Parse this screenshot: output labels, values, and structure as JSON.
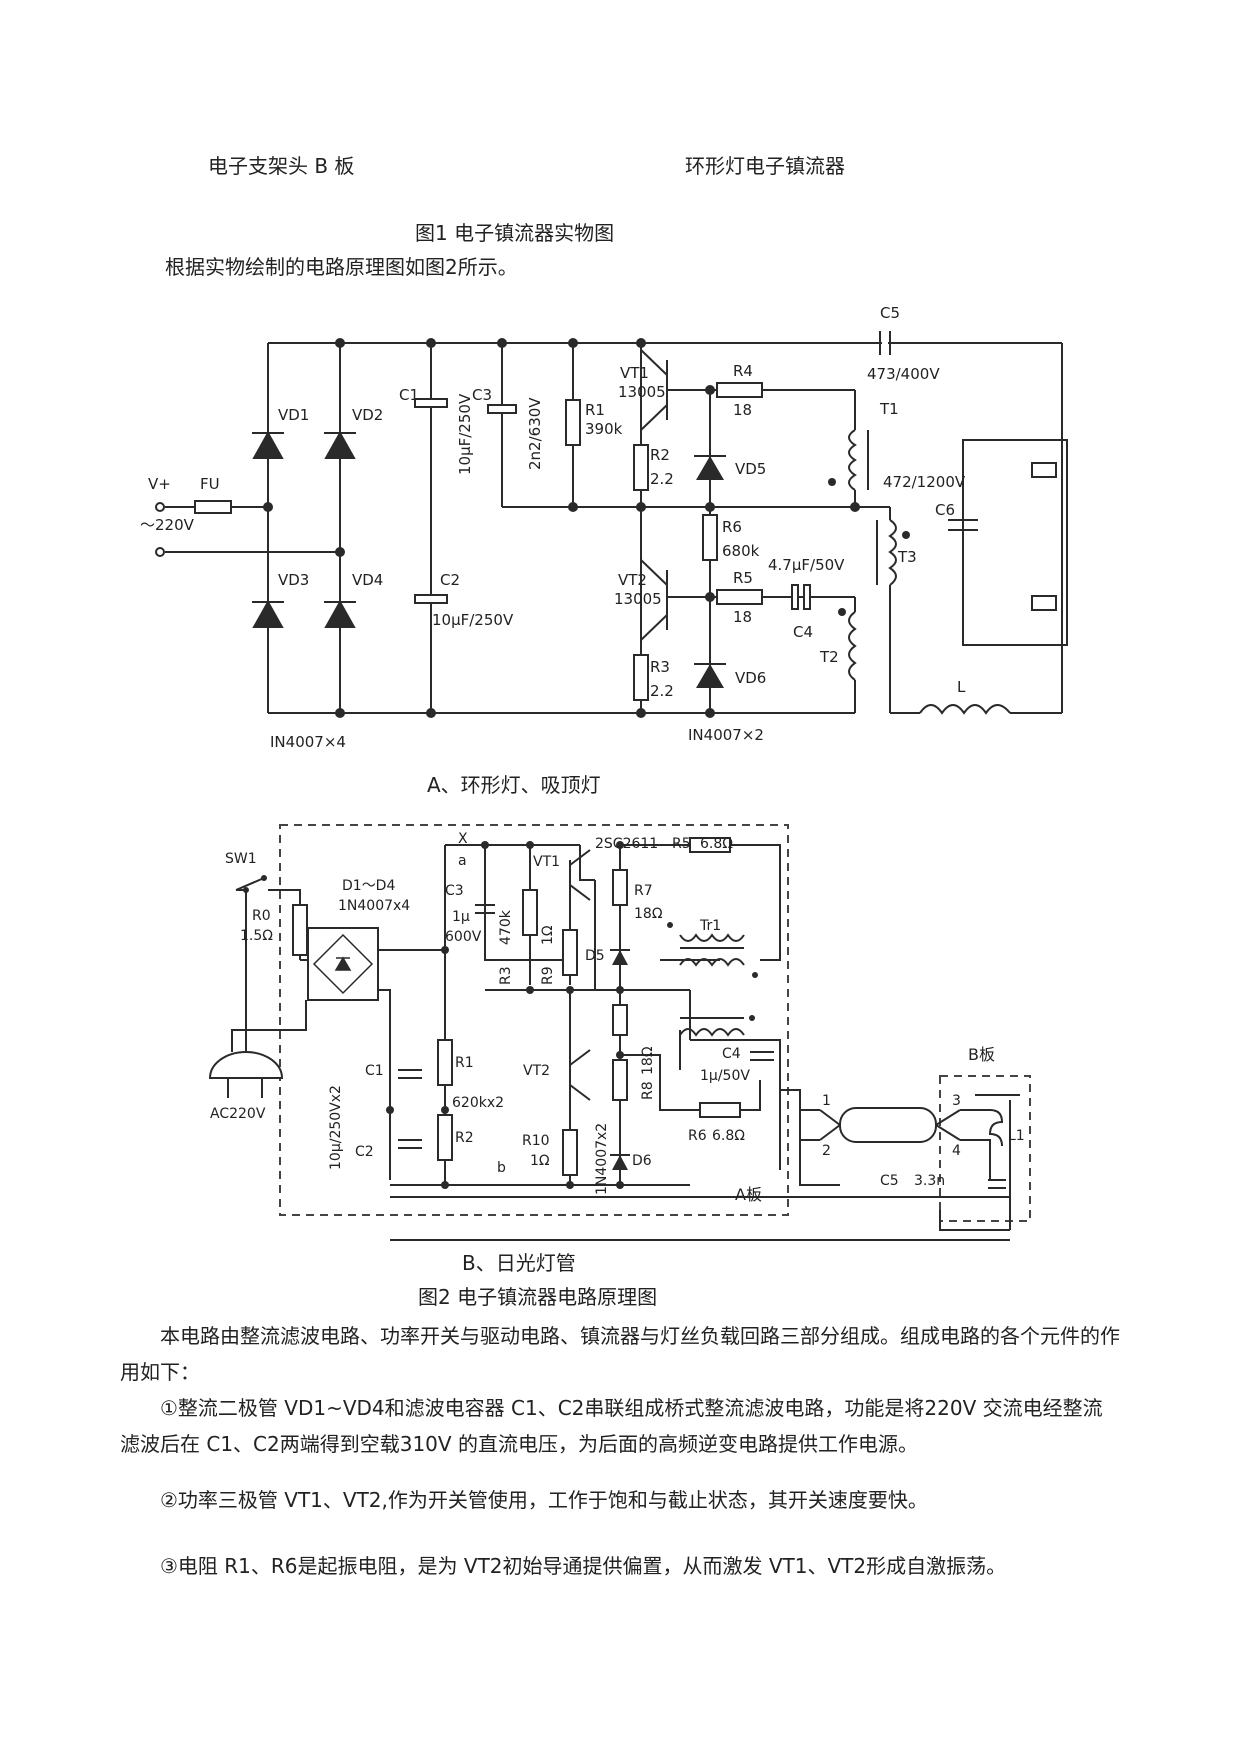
{
  "photo_captions": {
    "left": "电子支架头 B 板",
    "right": "环形灯电子镇流器"
  },
  "figure1_caption": "图1  电子镇流器实物图",
  "intro_line": "根据实物绘制的电路原理图如图2所示。",
  "schematic_a": {
    "caption": "A、环形灯、吸顶灯",
    "labels": {
      "v_plus": "V+",
      "fu": "FU",
      "ac": "～220V",
      "vd1": "VD1",
      "vd2": "VD2",
      "vd3": "VD3",
      "vd4": "VD4",
      "c1": "C1",
      "c1_value": "10μF/250V",
      "c3": "C3",
      "c3_value": "2n2/630V",
      "c2": "C2",
      "c2_value": "10μF/250V",
      "r1": "R1",
      "r1_value": "390k",
      "vt1": "VT1",
      "vt1_part": "13005",
      "vt2": "VT2",
      "vt2_part": "13005",
      "r2": "R2",
      "r2_value": "2.2",
      "r3": "R3",
      "r3_value": "2.2",
      "r4": "R4",
      "r4_value": "18",
      "r5": "R5",
      "r5_value": "18",
      "r6": "R6",
      "r6_value": "680k",
      "vd5": "VD5",
      "vd6": "VD6",
      "c4": "C4",
      "c4_value": "4.7μF/50V",
      "c5": "C5",
      "c5_value": "473/400V",
      "c6": "C6",
      "c6_value": "472/1200V",
      "t1": "T1",
      "t2": "T2",
      "t3": "T3",
      "l": "L",
      "bridge_note": "IN4007×4",
      "diode_note": "IN4007×2"
    }
  },
  "schematic_b": {
    "caption": "B、日光灯管",
    "labels": {
      "sw1": "SW1",
      "r0": "R0",
      "r0_value": "1.5Ω",
      "d1d4": "D1～D4",
      "d1d4_part": "1N4007x4",
      "ac": "AC220V",
      "x": "X",
      "a": "a",
      "b": "b",
      "c3": "C3",
      "c3_value1": "1μ",
      "c3_value2": "600V",
      "r3": "R3",
      "r3_value": "470k",
      "r9": "R9",
      "r9_value": "1Ω",
      "vt1": "VT1",
      "vt1_part": "2SC2611",
      "r5": "R5",
      "r5_value": "6.8Ω",
      "r7": "R7",
      "r7_value": "18Ω",
      "d5": "D5",
      "tr1": "Tr1",
      "c1": "C1",
      "c2": "C2",
      "c12_value": "10μ/250Vx2",
      "r1": "R1",
      "r2": "R2",
      "r12_value": "620kx2",
      "vt2": "VT2",
      "r10": "R10",
      "r10_value": "1Ω",
      "d6_part": "1N4007x2",
      "d6": "D6",
      "r8": "R8",
      "r8_value": "18Ω",
      "r6": "R6",
      "r6_value": "6.8Ω",
      "c4": "C4",
      "c4_value": "1μ/50V",
      "board_a": "A板",
      "board_b": "B板",
      "pin1": "1",
      "pin2": "2",
      "pin3": "3",
      "pin4": "4",
      "c5": "C5",
      "c5_value": "3.3n",
      "l1": "L1"
    }
  },
  "figure2_caption": "图2  电子镇流器电路原理图",
  "paragraphs": [
    "本电路由整流滤波电路、功率开关与驱动电路、镇流器与灯丝负载回路三部分组成。组成电路的各个元件的作用如下：",
    "①整流二极管 VD1~VD4和滤波电容器 C1、C2串联组成桥式整流滤波电路，功能是将220V 交流电经整流滤波后在 C1、C2两端得到空载310V 的直流电压，为后面的高频逆变电路提供工作电源。",
    "②功率三极管 VT1、VT2,作为开关管使用，工作于饱和与截止状态，其开关速度要快。",
    "③电阻 R1、R6是起振电阻，是为 VT2初始导通提供偏置，从而激发 VT1、VT2形成自激振荡。"
  ]
}
